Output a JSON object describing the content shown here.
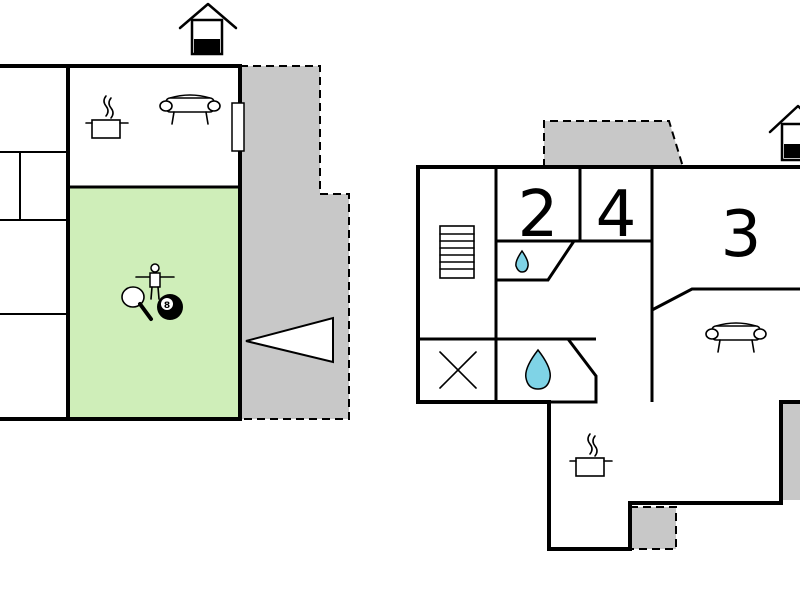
{
  "plan": {
    "colors": {
      "wall": "#000000",
      "terrace": "#c8c8c8",
      "activity_room": "#cfeeb9",
      "water": "#7fd3e6",
      "background": "#ffffff"
    },
    "room_labels": [
      {
        "id": "room-2",
        "text": "2"
      },
      {
        "id": "room-4",
        "text": "4"
      },
      {
        "id": "room-3",
        "text": "3"
      }
    ],
    "billiard_ball_number": "8",
    "icons": [
      "house-entrance-icon",
      "kitchen-pot-icon",
      "sofa-icon",
      "staircase-icon",
      "table-tennis-icon",
      "table-football-icon",
      "billiard-icon",
      "shower-icon",
      "bath-icon",
      "technical-room-icon",
      "terrace-icon"
    ]
  }
}
